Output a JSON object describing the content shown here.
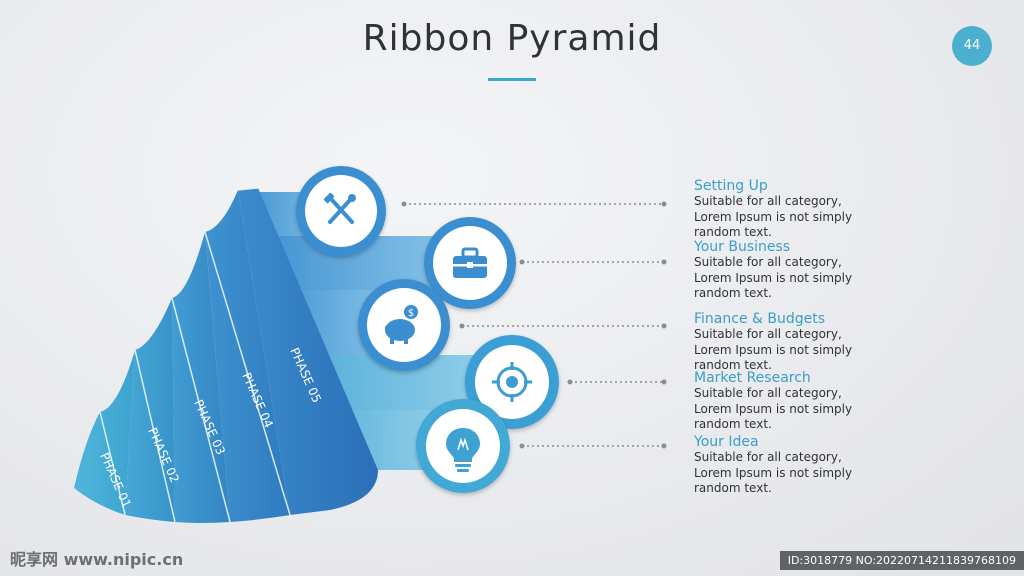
{
  "title": "Ribbon Pyramid",
  "page_number": "44",
  "phases": [
    {
      "label": "PHASE 05",
      "icon": "tools-icon",
      "heading": "Setting Up",
      "body": [
        "Suitable for all category,",
        "Lorem Ipsum is not simply",
        "random text."
      ]
    },
    {
      "label": "PHASE 04",
      "icon": "briefcase-icon",
      "heading": "Your Business",
      "body": [
        "Suitable for all category,",
        "Lorem Ipsum is not simply",
        "random text."
      ]
    },
    {
      "label": "PHASE 03",
      "icon": "piggy-bank-icon",
      "heading": "Finance & Budgets",
      "body": [
        "Suitable for all category,",
        "Lorem Ipsum is not simply",
        "random text."
      ]
    },
    {
      "label": "PHASE 02",
      "icon": "target-icon",
      "heading": "Market Research",
      "body": [
        "Suitable for all category,",
        "Lorem Ipsum is not simply",
        "random text."
      ]
    },
    {
      "label": "PHASE 01",
      "icon": "lightbulb-icon",
      "heading": "Your Idea",
      "body": [
        "Suitable for all category,",
        "Lorem Ipsum is not simply",
        "random text."
      ]
    }
  ],
  "watermark": {
    "left": "昵享网 www.nipic.cn",
    "right": "ID:3018779 NO:20220714211839768109"
  },
  "colors": {
    "accent": "#3aa6c9",
    "ribbon_dark": "#2f7fc4",
    "ribbon_light": "#4fb7d8"
  }
}
